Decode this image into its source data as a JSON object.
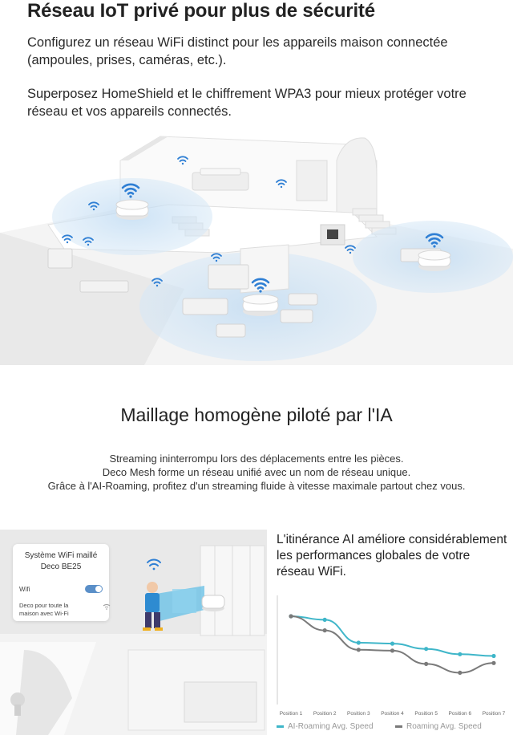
{
  "iot": {
    "title": "Réseau IoT privé pour plus de sécurité",
    "paragraph1": "Configurez un réseau WiFi distinct pour les appareils maison connectée (ampoules, prises, caméras, etc.).",
    "paragraph2": "Superposez HomeShield et le chiffrement WPA3 pour mieux protéger votre réseau et vos appareils connectés."
  },
  "mesh": {
    "title": "Maillage homogène piloté par l'IA",
    "lines": [
      "Streaming ininterrompu lors des déplacements entre les pièces.",
      "Deco Mesh forme un réseau unifié avec un nom de réseau unique.",
      "Grâce à l'AI-Roaming, profitez d'un streaming fluide à vitesse maximale partout chez vous."
    ]
  },
  "photo_card": {
    "title_line1": "Système WiFi maillé",
    "title_line2": "Deco BE25",
    "wifi_label": "Wifi",
    "note_line1": "Deco pour toute la",
    "note_line2": "maison avec Wi-Fi"
  },
  "chart_heading": "L'itinérance AI améliore considérablement les performances globales de votre réseau WiFi.",
  "colors": {
    "ai_roaming": "#3fb6c9",
    "roaming": "#7a7a7a",
    "wifi_blue": "#2f7fd4",
    "coverage": "#cfe4f6"
  },
  "chart_data": {
    "type": "line",
    "categories": [
      "Position 1",
      "Position 2",
      "Position 3",
      "Position 4",
      "Position 5",
      "Position 6",
      "Position 7"
    ],
    "series": [
      {
        "name": "AI-Roaming Avg. Speed",
        "values": [
          100,
          96,
          70,
          69,
          63,
          57,
          55
        ]
      },
      {
        "name": "Roaming Avg. Speed",
        "values": [
          100,
          84,
          62,
          61,
          46,
          36,
          47
        ]
      }
    ],
    "ylim": [
      0,
      120
    ],
    "grid": false,
    "legend": "bottom"
  }
}
